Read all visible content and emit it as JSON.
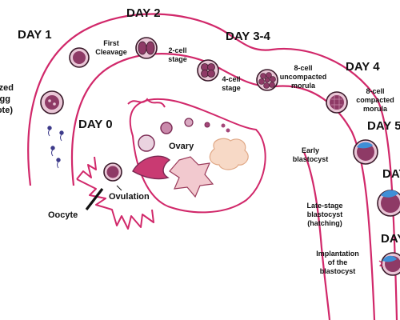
{
  "days": {
    "day1": "DAY 1",
    "day2": "DAY 2",
    "day3_4": "DAY 3-4",
    "day4": "DAY 4",
    "day5": "DAY 5",
    "day0": "DAY 0",
    "day6_partial": "DAY",
    "day7_partial": "DAY"
  },
  "labels": {
    "zygote_line1": "lized",
    "zygote_line2": "gg",
    "zygote_line3": "ote)",
    "first_cleavage_1": "First",
    "first_cleavage_2": "Cleavage",
    "two_cell_1": "2-cell",
    "two_cell_2": "stage",
    "four_cell_1": "4-cell",
    "four_cell_2": "stage",
    "eight_uncompacted_1": "8-cell",
    "eight_uncompacted_2": "uncompacted",
    "eight_uncompacted_3": "morula",
    "eight_compacted_1": "8-cell",
    "eight_compacted_2": "compacted",
    "eight_compacted_3": "morula",
    "early_blasto_1": "Early",
    "early_blasto_2": "blastocyst",
    "late_blasto_1": "Late-stage",
    "late_blasto_2": "blastocyst",
    "late_blasto_3": "(hatching)",
    "implant_1": "Implantation",
    "implant_2": "of the",
    "implant_3": "blastocyst",
    "ovary": "Ovary",
    "ovulation": "Ovulation",
    "oocyte": "Oocyte"
  },
  "colors": {
    "tube": "#d1286a",
    "cell_outer": "#e9c6d6",
    "cell_inner": "#8e3a66",
    "follicle": "#a4477a",
    "corpus_luteum": "#f6d7c4",
    "corpus_albicans": "#f0c8cf",
    "blastocyst_blue": "#3f8fd6"
  }
}
